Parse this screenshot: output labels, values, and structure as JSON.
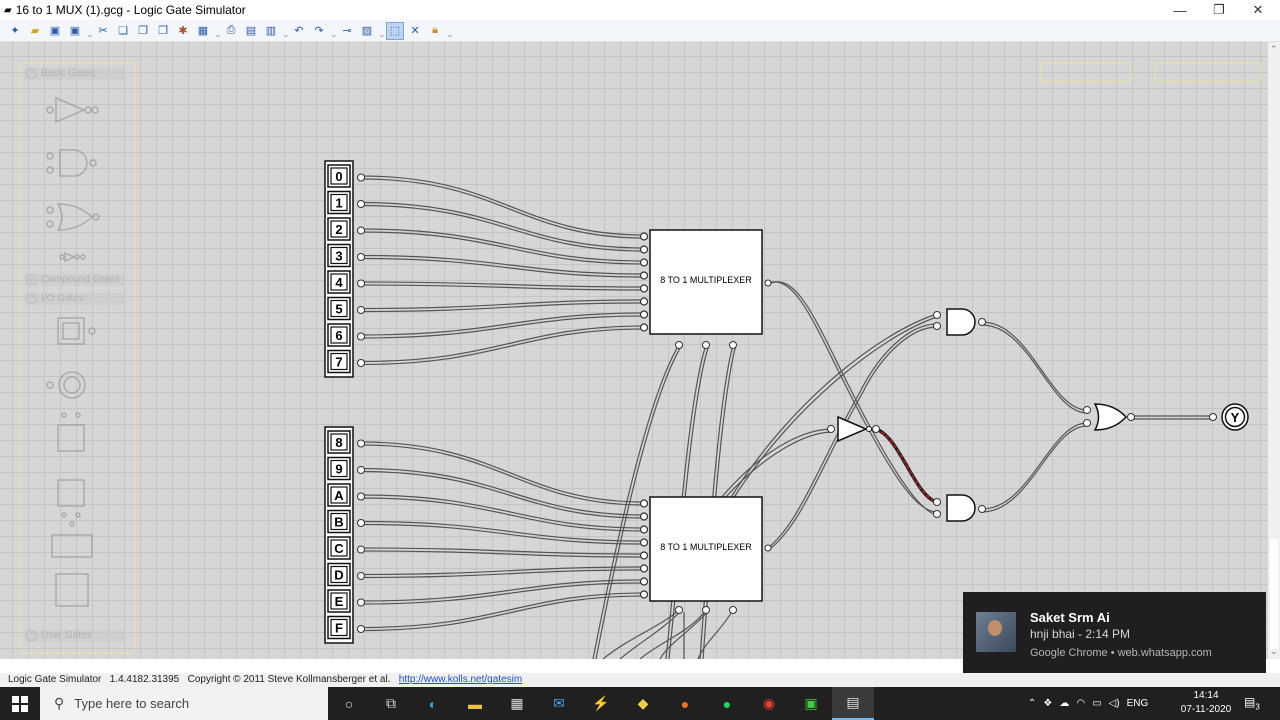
{
  "window": {
    "title": "16 to 1 MUX (1).gcg - Logic Gate Simulator"
  },
  "toolbar": {
    "items": [
      "new",
      "open",
      "save",
      "save-as",
      "cut",
      "copy",
      "paste",
      "paste-special",
      "fuse",
      "image",
      "print",
      "export",
      "table",
      "undo",
      "redo",
      "analyze",
      "circuits",
      "select-mode",
      "wire-mode",
      "lock"
    ]
  },
  "palette": {
    "sections": [
      "Basic Gates",
      "Compound Gates",
      "I/O Gates",
      "User Gates"
    ]
  },
  "circuit": {
    "inputs_top": [
      "0",
      "1",
      "2",
      "3",
      "4",
      "5",
      "6",
      "7"
    ],
    "inputs_bottom": [
      "8",
      "9",
      "A",
      "B",
      "C",
      "D",
      "E",
      "F"
    ],
    "mux_top_label": "8 TO 1 MULTIPLEXER",
    "mux_bottom_label": "8 TO 1 MULTIPLEXER",
    "output_label": "Y"
  },
  "notification": {
    "name": "Saket Srm Ai",
    "message": "hnji bhai - 2:14 PM",
    "source": "Google Chrome • web.whatsapp.com"
  },
  "statusbar": {
    "app": "Logic Gate Simulator",
    "version": "1.4.4182.31395",
    "copyright": "Copyright © 2011 Steve Kollmansberger et al.",
    "link": "http://www.kolls.net/gatesim"
  },
  "taskbar": {
    "search_placeholder": "Type here to search",
    "lang": "ENG",
    "time": "14:14",
    "date": "07-11-2020",
    "notif_count": "3"
  },
  "colors": {
    "active_wire": "#c01818",
    "canvas": "#d6d6d6",
    "taskbar": "#202020"
  }
}
